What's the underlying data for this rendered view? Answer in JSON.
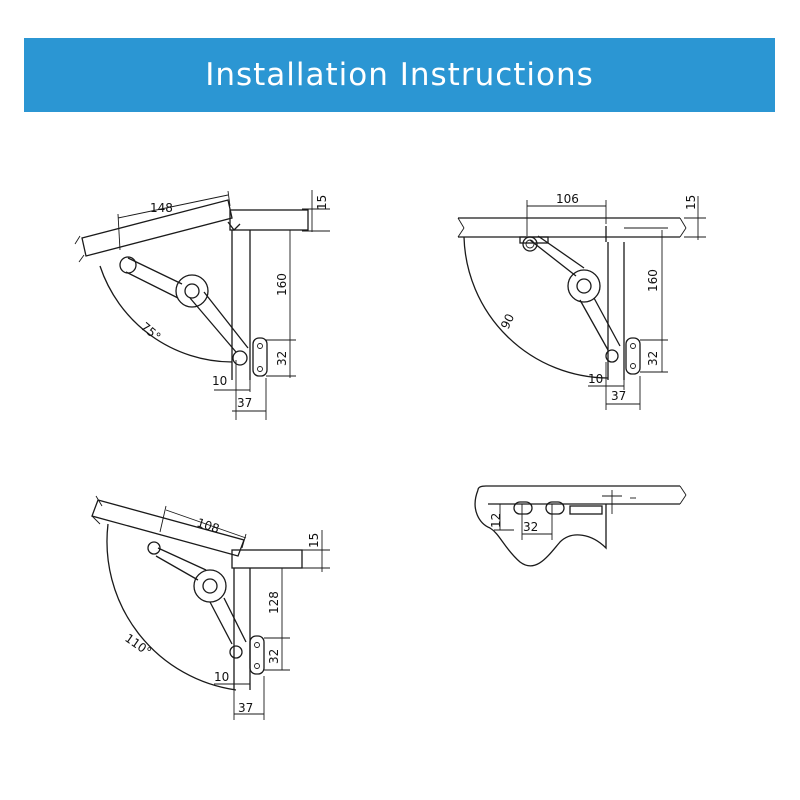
{
  "banner": {
    "title": "Installation Instructions",
    "color": "#2b96d3"
  },
  "diagrams": {
    "d75": {
      "angle": "75°",
      "width": "148",
      "thickness": "15",
      "height": "160",
      "hole_spacing": "32",
      "offset": "10",
      "depth": "37"
    },
    "d90": {
      "angle": "90",
      "width": "106",
      "thickness": "15",
      "height": "160",
      "hole_spacing": "32",
      "offset": "10",
      "depth": "37"
    },
    "d110": {
      "angle": "110°",
      "width": "108",
      "thickness": "15",
      "height": "128",
      "hole_spacing": "32",
      "offset": "10",
      "depth": "37"
    },
    "top_plate": {
      "edge": "12",
      "hole_spacing": "32"
    }
  }
}
